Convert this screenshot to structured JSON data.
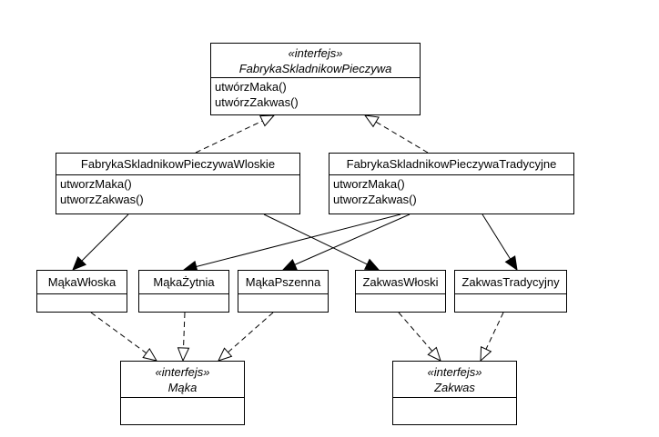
{
  "classes": {
    "fabryka": {
      "stereotype": "«interfejs»",
      "name": "FabrykaSkladnikowPieczywa",
      "ops": [
        "utwórzMaka()",
        "utwórzZakwas()"
      ]
    },
    "wloskie": {
      "name": "FabrykaSkladnikowPieczywaWloskie",
      "ops": [
        "utworzMaka()",
        "utworzZakwas()"
      ]
    },
    "tradycyjne": {
      "name": "FabrykaSkladnikowPieczywaTradycyjne",
      "ops": [
        "utworzMaka()",
        "utworzZakwas()"
      ]
    },
    "maka_wloska": {
      "name": "MąkaWłoska"
    },
    "maka_zytnia": {
      "name": "MąkaŻytnia"
    },
    "maka_pszenna": {
      "name": "MąkaPszenna"
    },
    "zakwas_wloski": {
      "name": "ZakwasWłoski"
    },
    "zakwas_tradycyjny": {
      "name": "ZakwasTradycyjny"
    },
    "maka": {
      "stereotype": "«interfejs»",
      "name": "Mąka"
    },
    "zakwas": {
      "stereotype": "«interfejs»",
      "name": "Zakwas"
    }
  },
  "relations": [
    {
      "from": "wloskie",
      "to": "fabryka",
      "kind": "realization"
    },
    {
      "from": "tradycyjne",
      "to": "fabryka",
      "kind": "realization"
    },
    {
      "from": "wloskie",
      "to": "maka_wloska",
      "kind": "association"
    },
    {
      "from": "wloskie",
      "to": "zakwas_wloski",
      "kind": "association"
    },
    {
      "from": "tradycyjne",
      "to": "maka_zytnia",
      "kind": "association"
    },
    {
      "from": "tradycyjne",
      "to": "maka_pszenna",
      "kind": "association"
    },
    {
      "from": "tradycyjne",
      "to": "zakwas_tradycyjny",
      "kind": "association"
    },
    {
      "from": "maka_wloska",
      "to": "maka",
      "kind": "realization"
    },
    {
      "from": "maka_zytnia",
      "to": "maka",
      "kind": "realization"
    },
    {
      "from": "maka_pszenna",
      "to": "maka",
      "kind": "realization"
    },
    {
      "from": "zakwas_wloski",
      "to": "zakwas",
      "kind": "realization"
    },
    {
      "from": "zakwas_tradycyjny",
      "to": "zakwas",
      "kind": "realization"
    }
  ]
}
